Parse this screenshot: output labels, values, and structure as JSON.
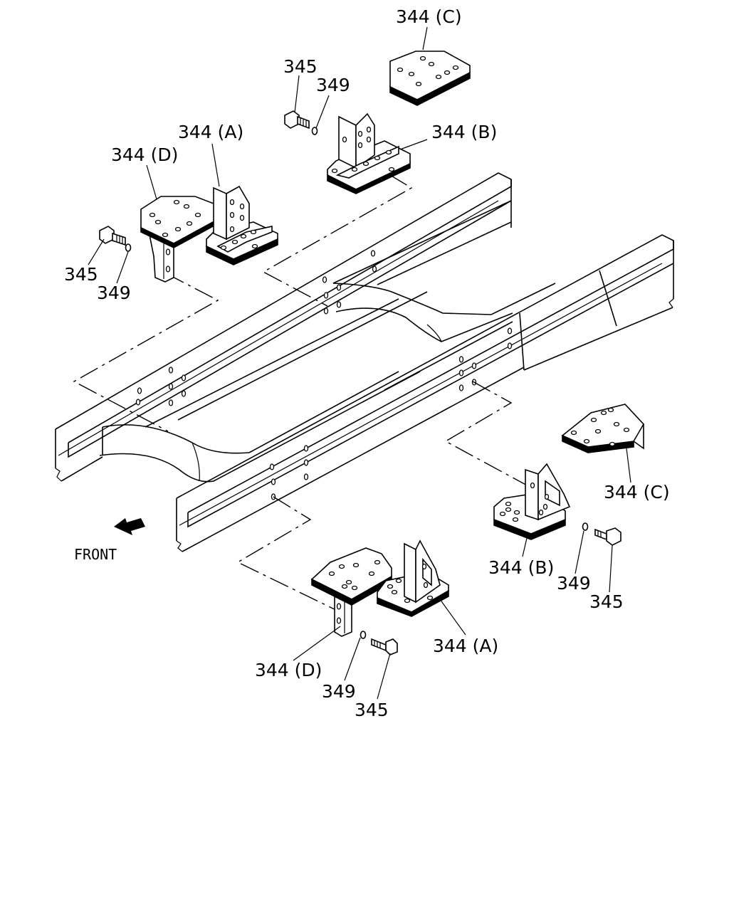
{
  "diagram": {
    "front_label": "FRONT",
    "labels": {
      "c_top": "344 (C)",
      "bolt_top": "345",
      "washer_top": "349",
      "a_top": "344 (A)",
      "b_top": "344 (B)",
      "d_top": "344 (D)",
      "bolt_left": "345",
      "washer_left": "349",
      "c_right": "344 (C)",
      "b_right": "344 (B)",
      "washer_right": "349",
      "bolt_right": "345",
      "a_bottom": "344 (A)",
      "d_bottom": "344 (D)",
      "washer_bottom": "349",
      "bolt_bottom": "345"
    }
  }
}
